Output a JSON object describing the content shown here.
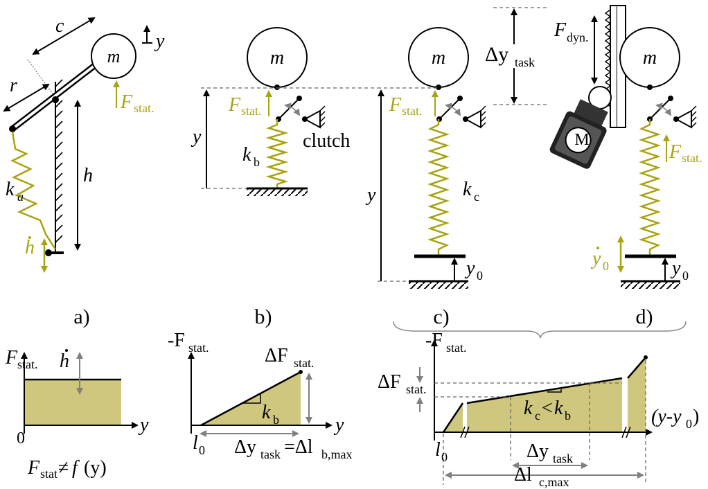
{
  "colors": {
    "spring": "#a8a312",
    "fill": "#cfc77e",
    "line": "#000000",
    "guide": "#808080"
  },
  "panels": {
    "a": {
      "label": "a)",
      "c": "c",
      "m": "m",
      "y": "y",
      "r": "r",
      "F": "F",
      "F_sub": "stat.",
      "h": "h",
      "k": "k",
      "k_sub": "a",
      "hdot": "h"
    },
    "b": {
      "label": "b)",
      "m": "m",
      "F": "F",
      "F_sub": "stat.",
      "y": "y",
      "k": "k",
      "k_sub": "b",
      "clutch": "clutch"
    },
    "c": {
      "label": "c)",
      "m": "m",
      "dy": "Δy",
      "dy_sub": "task",
      "F": "F",
      "F_sub": "stat.",
      "y": "y",
      "k": "k",
      "k_sub": "c",
      "y0": "y",
      "y0_sub": "0"
    },
    "d": {
      "label": "d)",
      "F": "F",
      "F_sub": "dyn.",
      "m": "m",
      "motor": "M",
      "Fs": "F",
      "Fs_sub": "stat.",
      "ydot": "y",
      "ydot_sub": "0",
      "y0": "y",
      "y0_sub": "0"
    }
  },
  "graph_a": {
    "ylabel": "F",
    "ylabel_sub": "stat.",
    "hdot": "h",
    "xlabel": "y",
    "zero": "0",
    "formula_F": "F",
    "formula_sub": "stat",
    "formula_rest": "≠",
    "formula_f": "f",
    "formula_arg": "(y)"
  },
  "graph_b": {
    "ylabel": "-F",
    "ylabel_sub": "stat.",
    "dF": "ΔF",
    "dF_sub": "stat.",
    "k": "k",
    "k_sub": "b",
    "xlabel": "y",
    "l": "l",
    "l_sub": "0",
    "eq_dy": "Δy",
    "eq_dy_sub": "task",
    "eq_eq": "=Δl",
    "eq_l_sub": "b,max"
  },
  "graph_c": {
    "ylabel": "-F",
    "ylabel_sub": "stat.",
    "dF": "ΔF",
    "dF_sub": "stat.",
    "kc": "k",
    "kc_sub": "c",
    "lt": "<",
    "kb": "k",
    "kb_sub": "b",
    "xlabel": "(y-y",
    "xlabel_sub": "0",
    "xlabel_end": ")",
    "l": "l",
    "l_sub": "0",
    "dy": "Δy",
    "dy_sub": "task",
    "dl": "Δl",
    "dl_sub": "c,max"
  }
}
